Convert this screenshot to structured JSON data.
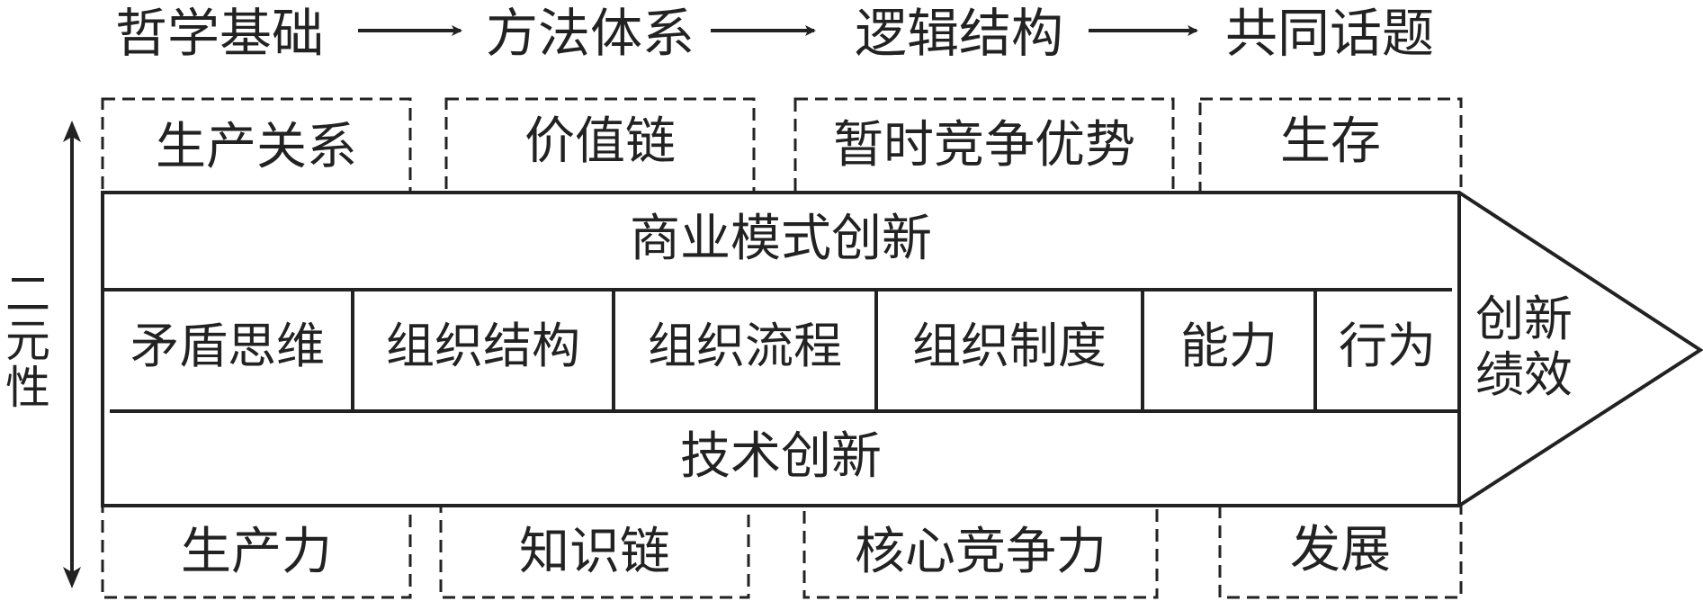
{
  "header": {
    "stages": [
      "哲学基础",
      "方法体系",
      "逻辑结构",
      "共同话题"
    ]
  },
  "top_boxes": [
    "生产关系",
    "价值链",
    "暂时竞争优势",
    "生存"
  ],
  "bottom_boxes": [
    "生产力",
    "知识链",
    "核心竞争力",
    "发展"
  ],
  "main": {
    "top_row": "商业模式创新",
    "middle_cells": [
      "矛盾思维",
      "组织结构",
      "组织流程",
      "组织制度",
      "能力",
      "行为"
    ],
    "bottom_row": "技术创新"
  },
  "arrow_tip": {
    "line1": "创新",
    "line2": "绩效"
  },
  "side_label": "二元性"
}
